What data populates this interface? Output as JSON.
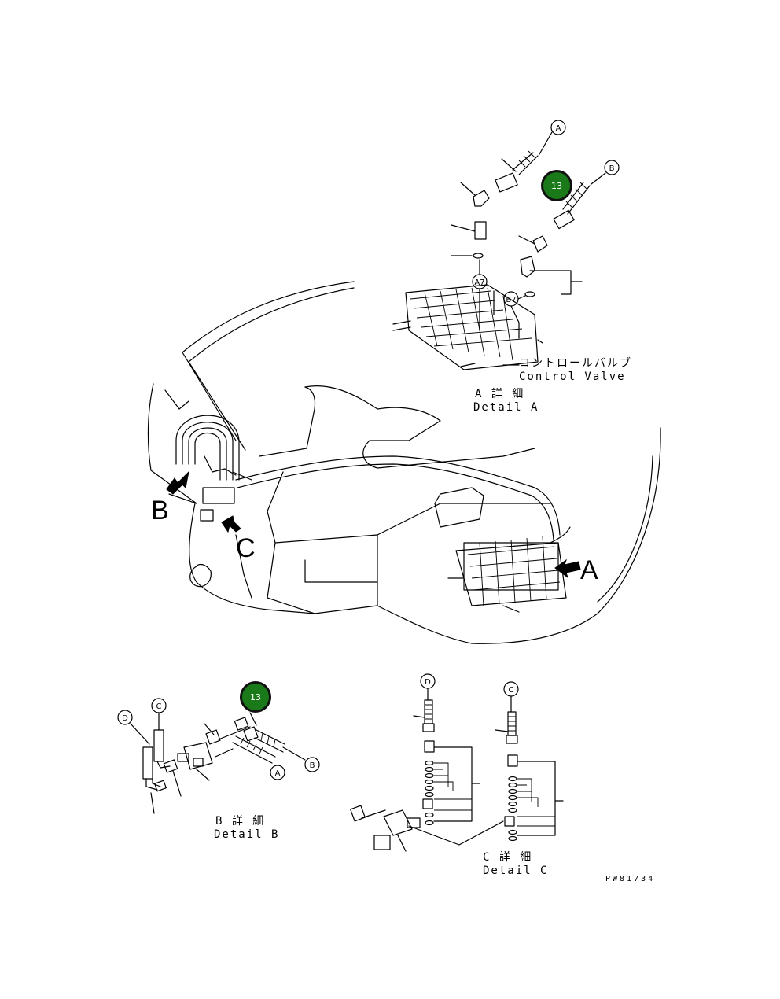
{
  "detail_a": {
    "jp": "コントロールバルブ",
    "en": "Control Valve",
    "detail_jp": "A 詳 細",
    "detail_en": "Detail A",
    "ports": [
      "A7",
      "B7"
    ]
  },
  "detail_b": {
    "detail_jp": "B 詳 細",
    "detail_en": "Detail B"
  },
  "detail_c": {
    "detail_jp": "C 詳 細",
    "detail_en": "Detail C"
  },
  "view_markers": {
    "a": "A",
    "b": "B",
    "c": "C"
  },
  "callouts": {
    "a": "A",
    "b": "B",
    "c": "C",
    "d": "D"
  },
  "badges": {
    "top": "13",
    "bottom": "13"
  },
  "badge_color": "#1a7a1a",
  "drawing_number": "PW81734"
}
